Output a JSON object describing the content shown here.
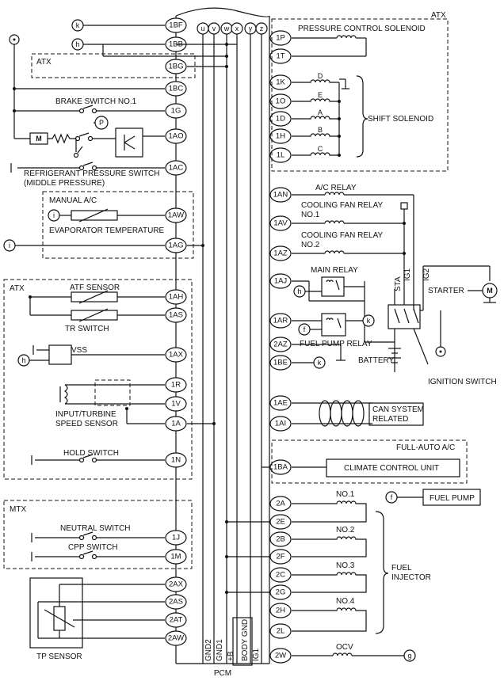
{
  "pcm": {
    "title": "PCM",
    "bus_letters": [
      "u",
      "v",
      "w",
      "x",
      "y",
      "z"
    ],
    "bottom_labels": [
      "GND2",
      "GND1",
      "+B",
      "BODY GND",
      "IG1"
    ],
    "left_pins": [
      "1BF",
      "1BB",
      "1BG",
      "1BC",
      "1G",
      "1AO",
      "1AC",
      "1AW",
      "1AG",
      "1AH",
      "1AS",
      "1AX",
      "1R",
      "1V",
      "1A",
      "1N",
      "1J",
      "1M",
      "2AX",
      "2AS",
      "2AT",
      "2AW"
    ],
    "right_pins": [
      "1P",
      "1T",
      "1K",
      "1O",
      "1D",
      "1H",
      "1L",
      "1AN",
      "1AV",
      "1AZ",
      "1AJ",
      "1AR",
      "2AZ",
      "1BE",
      "1AE",
      "1AI",
      "1BA",
      "2A",
      "2E",
      "2B",
      "2F",
      "2C",
      "2G",
      "2H",
      "2L",
      "2W"
    ]
  },
  "groups": {
    "atx_top": "ATX",
    "atx_left": "ATX",
    "atx_mid": "ATX",
    "manual_ac": "MANUAL A/C",
    "full_auto_ac": "FULL-AUTO A/C",
    "mtx": "MTX"
  },
  "components": {
    "pressure_control_solenoid": "PRESSURE CONTROL SOLENOID",
    "shift_solenoid": "SHIFT SOLENOID",
    "shift_letters": [
      "D",
      "E",
      "A",
      "B",
      "C"
    ],
    "brake_switch": "BRAKE SWITCH NO.1",
    "refrigerant_switch_l1": "REFRIGERANT PRESSURE SWITCH",
    "refrigerant_switch_l2": "(MIDDLE PRESSURE)",
    "evaporator_temperature": "EVAPORATOR TEMPERATURE",
    "atf_sensor": "ATF SENSOR",
    "tr_switch": "TR SWITCH",
    "vss": "VSS",
    "input_turbine_l1": "INPUT/TURBINE",
    "input_turbine_l2": "SPEED SENSOR",
    "hold_switch": "HOLD SWITCH",
    "neutral_switch": "NEUTRAL SWITCH",
    "cpp_switch": "CPP SWITCH",
    "tp_sensor": "TP SENSOR",
    "ac_relay": "A/C RELAY",
    "cooling_fan_relay_1_l1": "COOLING FAN RELAY",
    "cooling_fan_relay_1_l2": "NO.1",
    "cooling_fan_relay_2_l1": "COOLING FAN RELAY",
    "cooling_fan_relay_2_l2": "NO.2",
    "main_relay": "MAIN RELAY",
    "fuel_pump_relay": "FUEL PUMP RELAY",
    "battery": "BATTERY",
    "starter": "STARTER",
    "ignition_switch": "IGNITION SWITCH",
    "ignition_terminals": [
      "STA",
      "IG1",
      "IG2"
    ],
    "can_system_l1": "CAN SYSTEM",
    "can_system_l2": "RELATED",
    "climate_control_unit": "CLIMATE CONTROL UNIT",
    "fuel_pump": "FUEL PUMP",
    "injector_labels": [
      "NO.1",
      "NO.2",
      "NO.3",
      "NO.4"
    ],
    "fuel_injector_l1": "FUEL",
    "fuel_injector_l2": "INJECTOR",
    "ocv": "OCV"
  },
  "connectors": {
    "k": "k",
    "h": "h",
    "i": "i",
    "f": "f",
    "g": "g"
  }
}
